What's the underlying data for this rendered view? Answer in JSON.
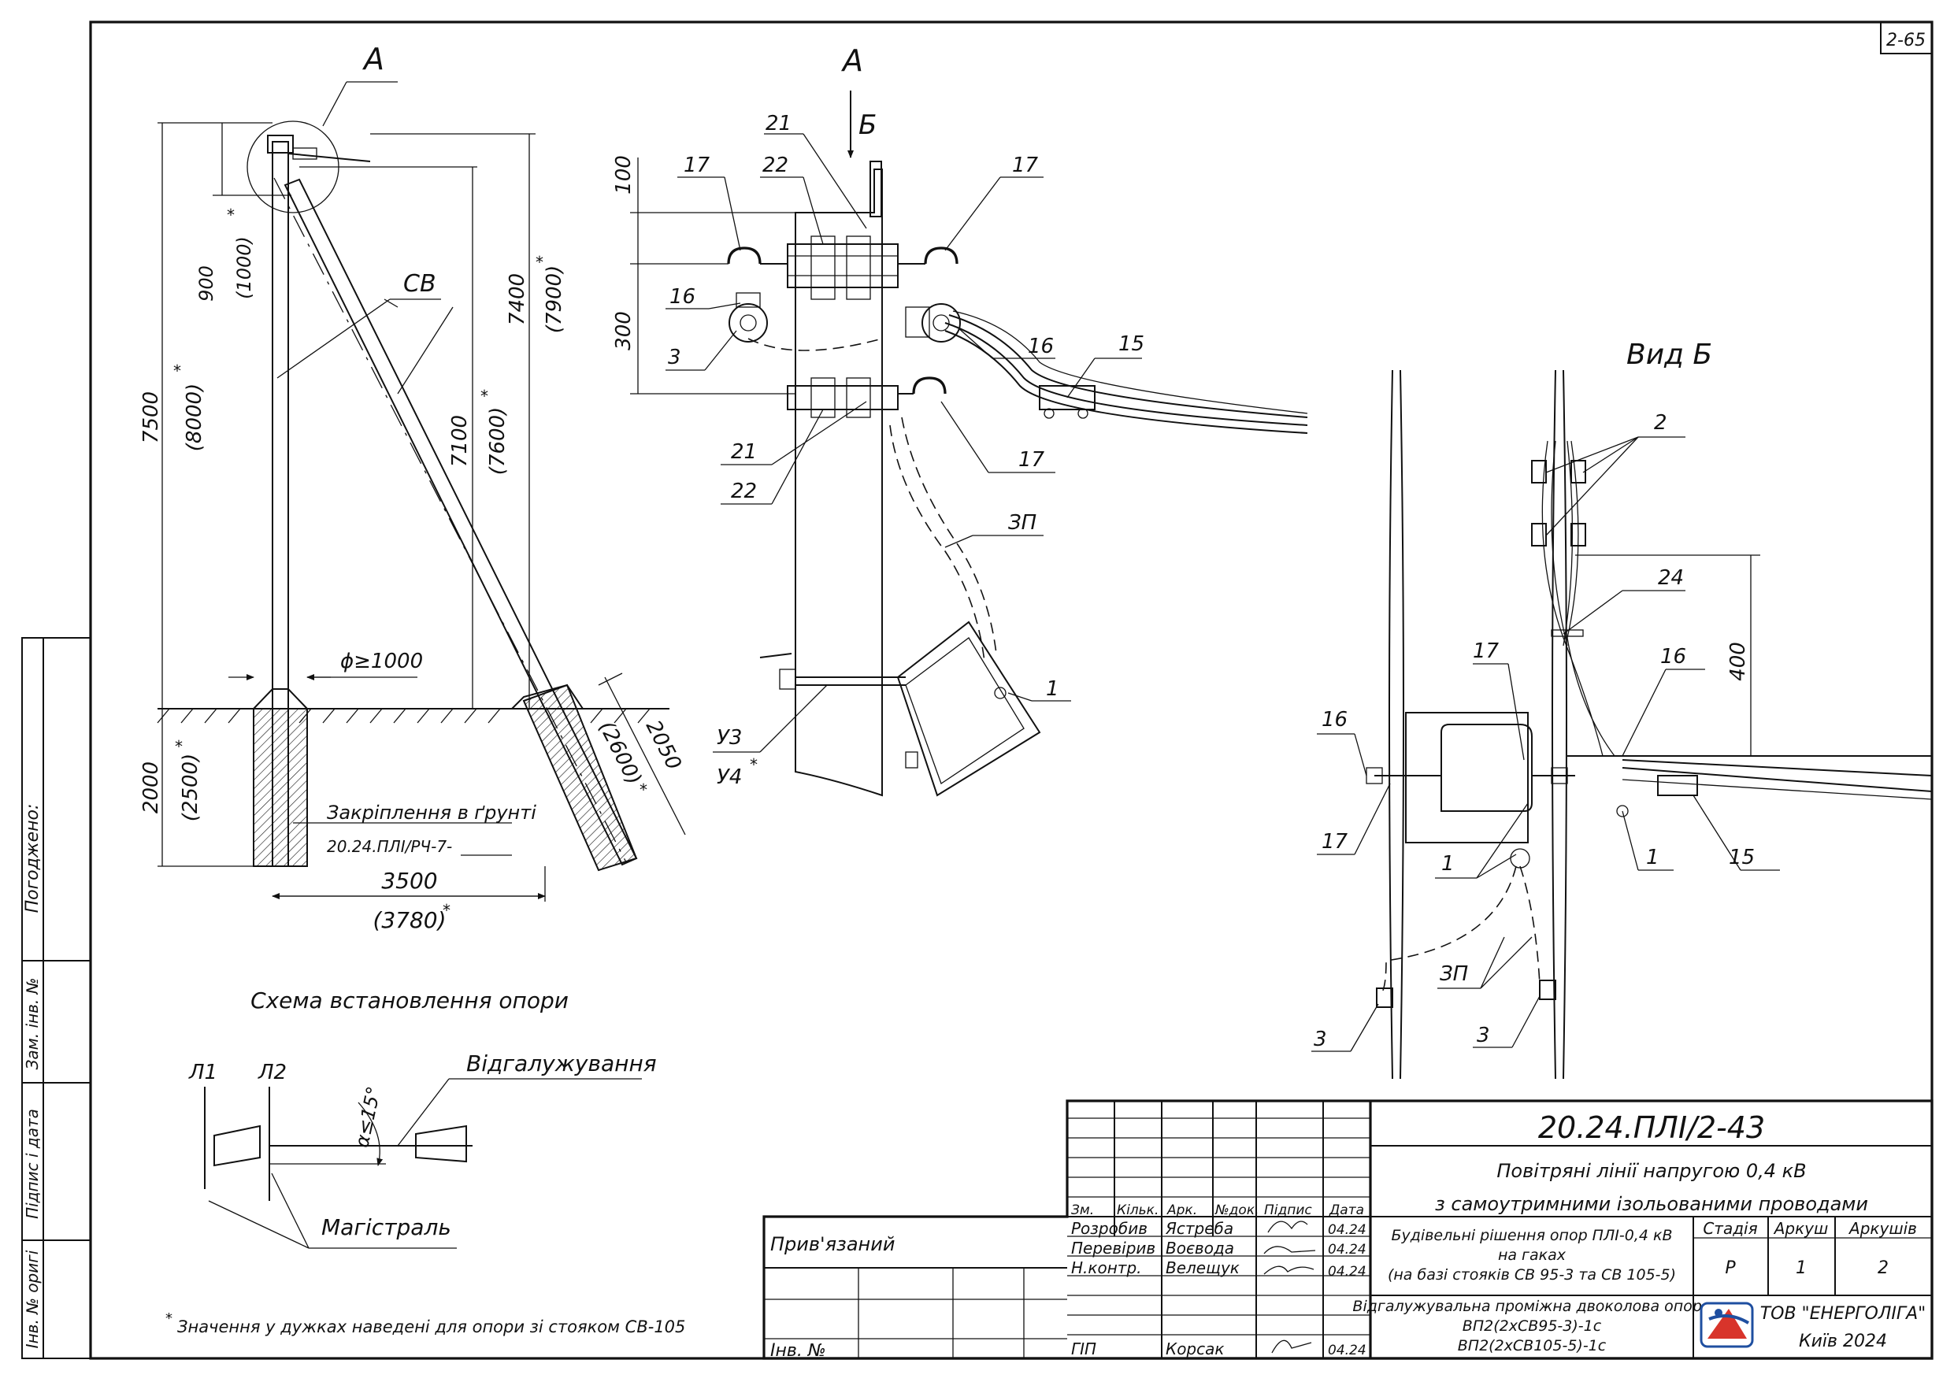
{
  "sheet": {
    "number": "2-65"
  },
  "support_scheme": {
    "view_label": "А",
    "caption": "Схема встановлення опори",
    "labels": {
      "sv": "СВ",
      "anchoring_title": "Закріплення в ґрунті",
      "anchoring_code": "20.24.ПЛІ/РЧ-7-",
      "pit": "ϕ≥1000"
    },
    "dimensions": {
      "d900": "900",
      "d1000": "(1000)",
      "d7500": "7500",
      "d8000": "(8000)",
      "d7100": "7100",
      "d7600": "(7600)",
      "d7400": "7400",
      "d7900": "(7900)",
      "d2000": "2000",
      "d2500": "(2500)",
      "d3500": "3500",
      "d3780": "(3780)",
      "d2050": "2050",
      "d2600": "(2600)",
      "star": "*"
    }
  },
  "detail_a": {
    "view_label": "А",
    "arrow_label": "Б",
    "dimensions": {
      "d100": "100",
      "d300": "300"
    },
    "callouts": {
      "c21": "21",
      "c22": "22",
      "c17": "17",
      "c16": "16",
      "c3": "3",
      "c15": "15",
      "c1": "1",
      "zp": "ЗП",
      "u3": "У3",
      "u4": "У4"
    }
  },
  "view_b": {
    "title": "Вид Б",
    "dimension": "400",
    "callouts": {
      "c2": "2",
      "c24": "24",
      "c17": "17",
      "c16": "16",
      "c1": "1",
      "c15": "15",
      "zp": "ЗП",
      "c3": "3"
    }
  },
  "branch_scheme": {
    "l1": "Л1",
    "l2": "Л2",
    "angle": "α≤15°",
    "branch": "Відгалужування",
    "mainline": "Магістраль"
  },
  "footnote": "Значення у дужках наведені для опори зі стояком СВ-105",
  "side_stamp": {
    "agreed": "Погоджено:",
    "replace_inv": "Зам. інв. №",
    "sign_date": "Підпис і дата",
    "orig_inv": "Інв. № оригі"
  },
  "title_block": {
    "code": "20.24.ПЛІ/2-43",
    "line1": "Повітряні лінії напругою 0,4 кВ",
    "line2": "з самоутримними ізольованими проводами",
    "subject_1": "Будівельні рішення опор ПЛІ-0,4 кВ",
    "subject_2": "на гаках",
    "subject_3": "(на базі стояків СВ 95-3 та СВ 105-5)",
    "drawing_1": "Відгалужувальна проміжна двоколова опора",
    "drawing_2": "ВП2(2хСВ95-3)-1с",
    "drawing_3": "ВП2(2хСВ105-5)-1с",
    "stage_h": "Стадія",
    "sheet_h": "Аркуш",
    "sheets_h": "Аркушів",
    "stage": "Р",
    "sheet": "1",
    "sheets": "2",
    "company": "ТОВ \"ЕНЕРГОЛІГА\"",
    "city_year": "Київ 2024",
    "bound": "Прив'язаний",
    "inv_no": "Інв. №",
    "head": {
      "zm": "Зм.",
      "kilk": "Кільк.",
      "ark": "Арк.",
      "ndok": "№док.",
      "pidpys": "Підпис",
      "data": "Дата"
    },
    "people": [
      {
        "role": "Розробив",
        "name": "Ястреба",
        "date": "04.24"
      },
      {
        "role": "Перевірив",
        "name": "Воєвода",
        "date": "04.24"
      },
      {
        "role": "Н.контр.",
        "name": "Велещук",
        "date": "04.24"
      },
      {
        "role": "ГІП",
        "name": "Корсак",
        "date": "04.24"
      }
    ]
  }
}
